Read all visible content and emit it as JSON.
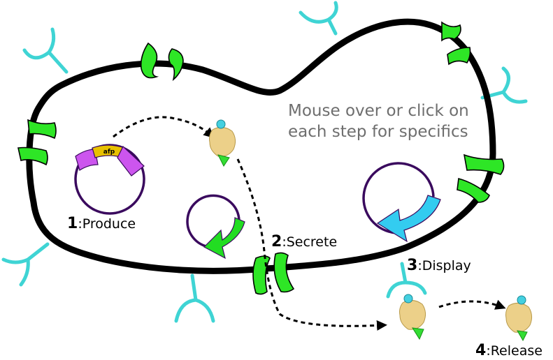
{
  "hint_text": "Mouse over or click on each step for specifics",
  "plasmid_label": "afp",
  "steps": [
    {
      "num": "1",
      "label": ":Produce"
    },
    {
      "num": "2",
      "label": ":Secrete"
    },
    {
      "num": "3",
      "label": ":Display"
    },
    {
      "num": "4",
      "label": ":Release"
    }
  ],
  "colors": {
    "membrane": "#000000",
    "channel": "#2ee626",
    "receptor": "#3fd4d4",
    "plasmid_ring": "#3a0a5e",
    "plasmid_arrow": "#cc55ee",
    "gene_box": "#e8c000",
    "green_arrow": "#22dd22",
    "blue_arrow": "#33ccf0",
    "protein": "#ecd089",
    "protein_tag": "#33dd33",
    "protein_cap": "#44d0e0",
    "arrow": "#000000",
    "hint": "#6e6e6e"
  }
}
